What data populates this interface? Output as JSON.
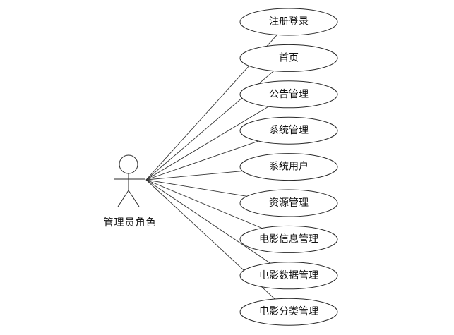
{
  "actor": {
    "name": "管理员角色"
  },
  "use_cases": [
    {
      "label": "注册登录"
    },
    {
      "label": "首页"
    },
    {
      "label": "公告管理"
    },
    {
      "label": "系统管理"
    },
    {
      "label": "系统用户"
    },
    {
      "label": "资源管理"
    },
    {
      "label": "电影信息管理"
    },
    {
      "label": "电影数据管理"
    },
    {
      "label": "电影分类管理"
    }
  ]
}
